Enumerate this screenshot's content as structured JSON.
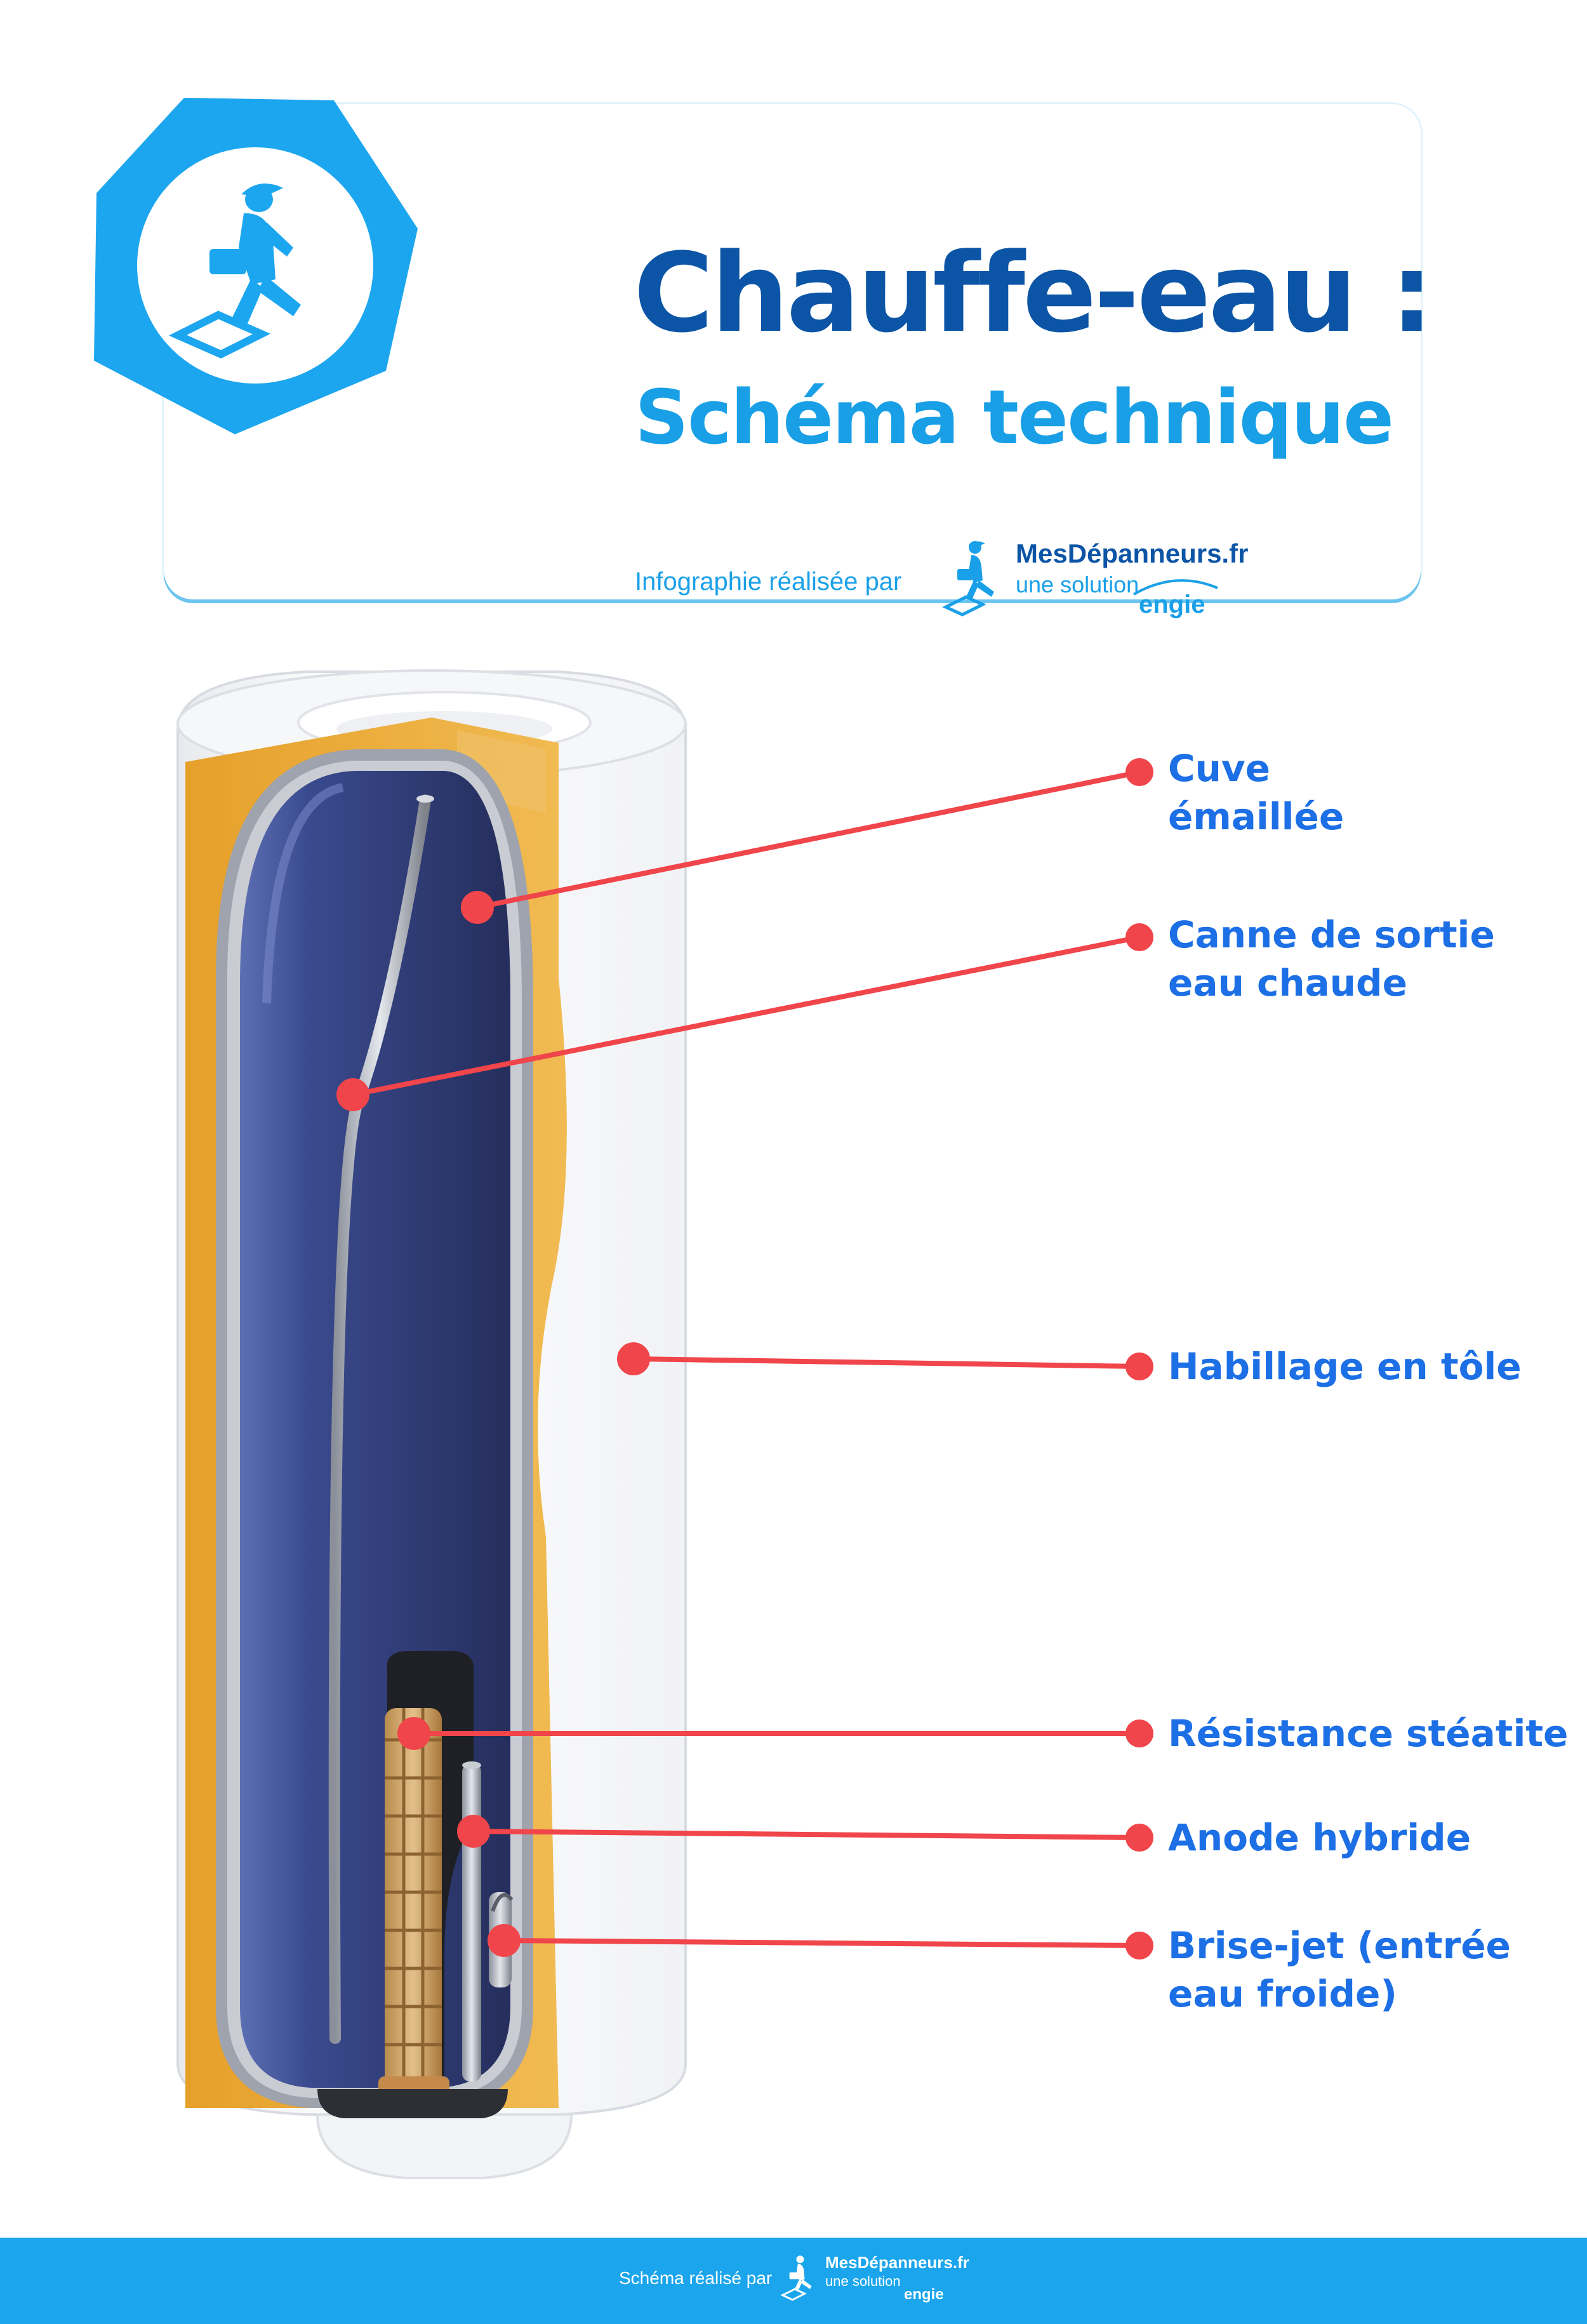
{
  "header": {
    "title": "Chauffe-eau :",
    "subtitle": "Schéma technique",
    "credit": "Infographie réalisée par",
    "brand": {
      "name": "MesDépanneurs.fr",
      "tagline": "une solution",
      "partner": "engie",
      "icon": "repairman-running-icon"
    }
  },
  "callouts": [
    {
      "id": "cuve",
      "label": "Cuve\némaillée"
    },
    {
      "id": "canne",
      "label": "Canne de sortie\neau chaude"
    },
    {
      "id": "habillage",
      "label": "Habillage en tôle"
    },
    {
      "id": "resistance",
      "label": "Résistance stéatite"
    },
    {
      "id": "anode",
      "label": "Anode hybride"
    },
    {
      "id": "brise-jet",
      "label": "Brise-jet (entrée\neau froide)"
    }
  ],
  "footer": {
    "credit": "Schéma réalisé par",
    "brand": {
      "name": "MesDépanneurs.fr",
      "tagline": "une solution",
      "partner": "engie"
    }
  },
  "colors": {
    "brand_dark": "#0c55a6",
    "brand_light": "#199fe6",
    "callout_text": "#1c6fe5",
    "leader_line": "#f0454a",
    "insulation": "#e9a630",
    "tank": "#2f3b7a",
    "footer_bg": "#1aa5ec"
  }
}
